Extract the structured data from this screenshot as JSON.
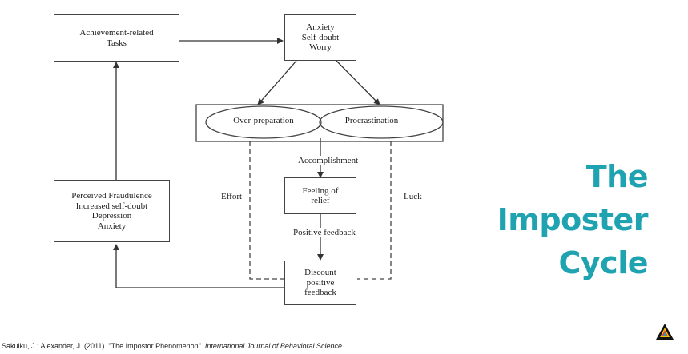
{
  "diagram": {
    "tasks": [
      "Achievement-related",
      "Tasks"
    ],
    "anxiety": [
      "Anxiety",
      "Self-doubt",
      "Worry"
    ],
    "over_preparation": "Over-preparation",
    "procrastination": "Procrastination",
    "accomplishment": "Accomplishment",
    "effort": "Effort",
    "luck": "Luck",
    "relief": [
      "Feeling of",
      "relief"
    ],
    "positive_feedback": "Positive feedback",
    "discount": [
      "Discount",
      "positive",
      "feedback"
    ],
    "fraudulence": [
      "Perceived Fraudulence",
      "Increased self-doubt",
      "Depression",
      "Anxiety"
    ]
  },
  "title_lines": [
    "The",
    "Imposter",
    "Cycle"
  ],
  "citation": {
    "authors": "Sakulku, J.; Alexander, J. (2011). \"The Impostor Phenomenon\". ",
    "journal": "International Journal of Behavioral Science",
    "end": "."
  },
  "colors": {
    "title": "#1fa3b0",
    "lines": "#444444"
  },
  "logo_icon": "triangle-logo-icon"
}
